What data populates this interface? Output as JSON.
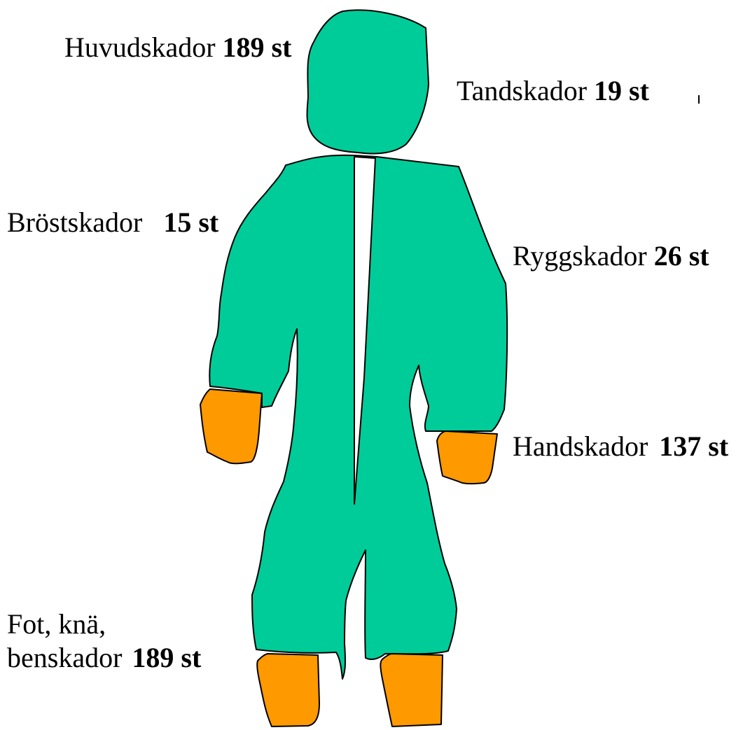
{
  "colors": {
    "suit": "#00cc99",
    "gloves_boots": "#ff9900",
    "outline": "#000000",
    "zipper": "#ffffff"
  },
  "labels": {
    "head": {
      "text": "Huvudskador",
      "count": "189 st"
    },
    "teeth": {
      "text": "Tandskador",
      "count": "19 st"
    },
    "chest": {
      "text": "Bröstskador",
      "count": "15 st"
    },
    "back": {
      "text": "Ryggskador",
      "count": "26 st"
    },
    "hand": {
      "text": "Handskador",
      "count": "137 st"
    },
    "feet": {
      "line1": "Fot, knä,",
      "line2": "benskador",
      "count": "189 st"
    }
  }
}
